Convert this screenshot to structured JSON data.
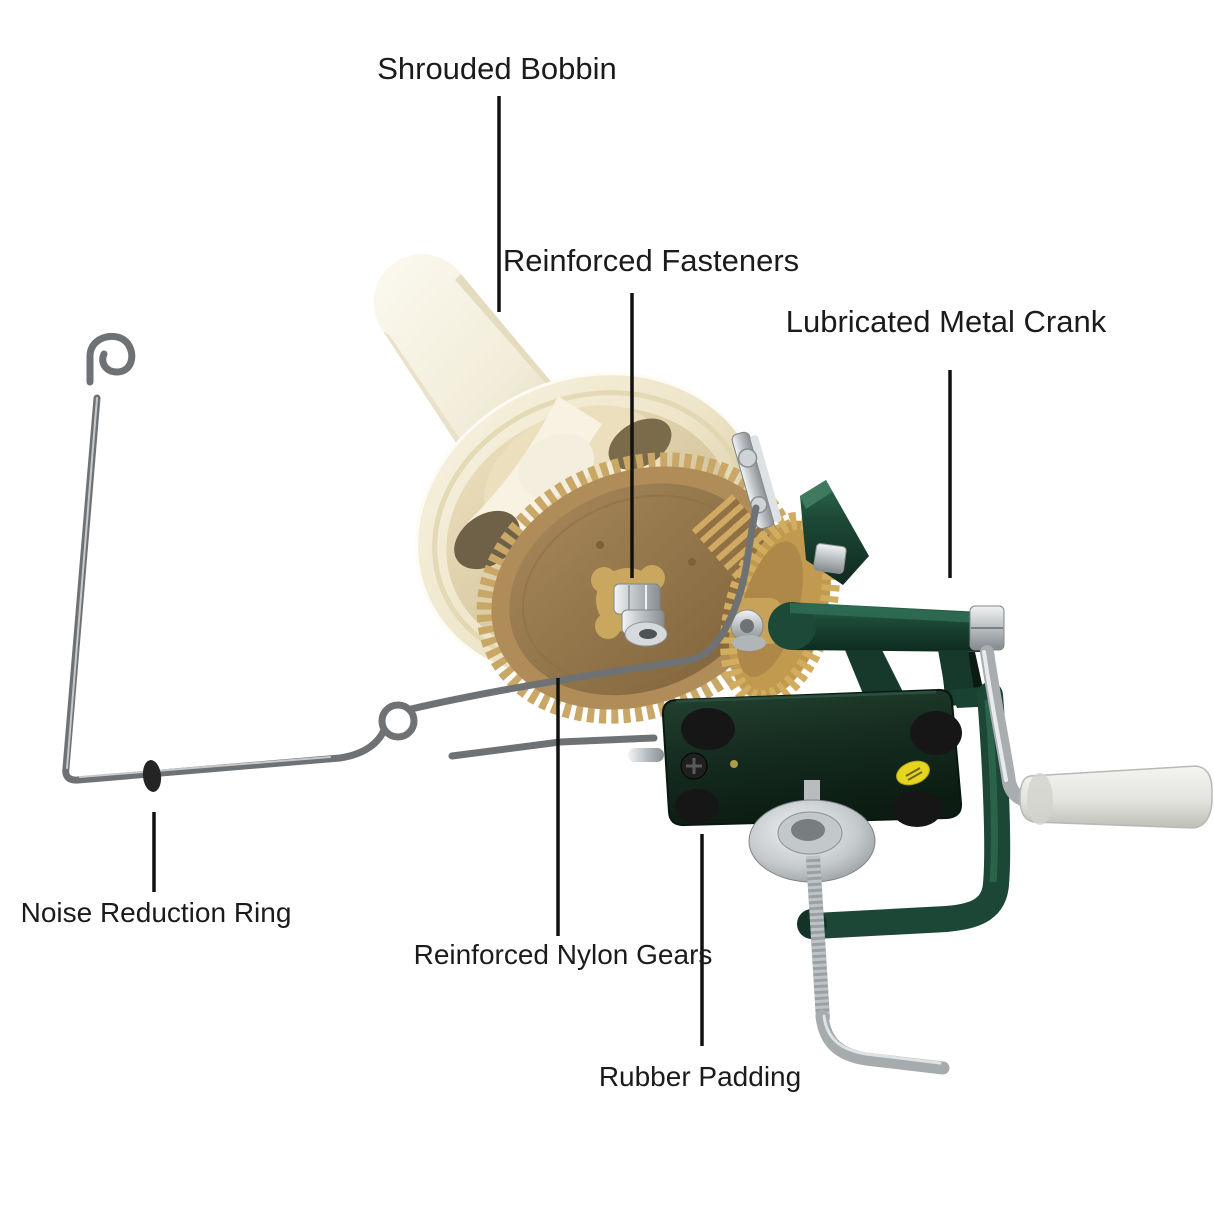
{
  "figure": {
    "type": "annotated-product-diagram",
    "subject": "hand-crank yarn ball winder"
  },
  "annotations": [
    {
      "id": "shrouded-bobbin",
      "label": "Shrouded Bobbin"
    },
    {
      "id": "reinforced-fasteners",
      "label": "Reinforced Fasteners"
    },
    {
      "id": "lubricated-metal-crank",
      "label": "Lubricated Metal Crank"
    },
    {
      "id": "noise-reduction-ring",
      "label": "Noise Reduction Ring"
    },
    {
      "id": "reinforced-nylon-gears",
      "label": "Reinforced Nylon Gears"
    },
    {
      "id": "rubber-padding",
      "label": "Rubber Padding"
    }
  ],
  "colors": {
    "background": "#ffffff",
    "label_text": "#1b1b1b",
    "callout_line": "#111111",
    "bobbin_cream": "#f1ead4",
    "bobbin_shadow": "#d9cba1",
    "gear_teeth_tan": "#c9a766",
    "gear_face_brown": "#97794c",
    "drive_gear_gold": "#d3ad5f",
    "frame_green": "#1d4a38",
    "base_plate_green": "#16291f",
    "rubber_black": "#1a1a1a",
    "chrome": "#c9ccce",
    "handle_gray": "#e9e9e6",
    "sticker_yellow": "#e6d51f",
    "wire_metal": "#6f7274"
  }
}
